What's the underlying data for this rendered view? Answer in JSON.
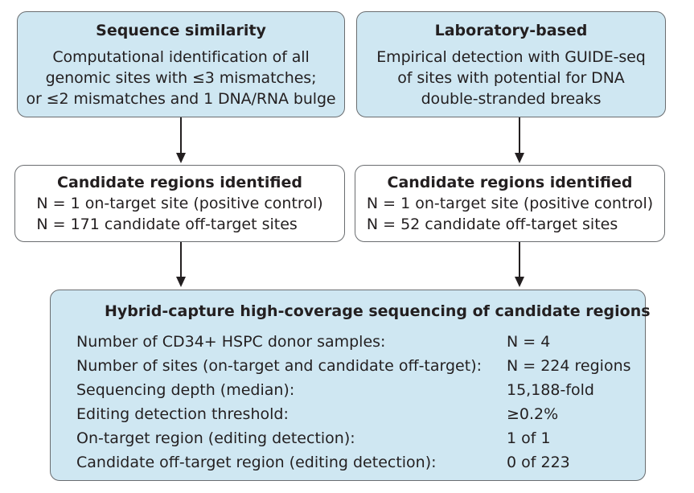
{
  "top_left": {
    "title": "Sequence similarity",
    "lines": [
      "Computational identification of all",
      "genomic sites with ≤3 mismatches;",
      "or ≤2 mismatches and 1 DNA/RNA bulge"
    ]
  },
  "top_right": {
    "title": "Laboratory-based",
    "lines": [
      "Empirical detection with GUIDE-seq",
      "of sites with potential for DNA",
      "double-stranded breaks"
    ]
  },
  "mid_left": {
    "title": "Candidate regions identified",
    "lines": [
      "N = 1 on-target site (positive control)",
      "N = 171 candidate off-target sites"
    ]
  },
  "mid_right": {
    "title": "Candidate regions identified",
    "lines": [
      "N = 1 on-target site (positive control)",
      "N = 52 candidate off-target sites"
    ]
  },
  "bottom": {
    "title": "Hybrid-capture high-coverage sequencing of candidate regions",
    "rows": [
      {
        "label": "Number of CD34+ HSPC donor samples:",
        "value": "N = 4"
      },
      {
        "label": "Number of sites (on-target and candidate off-target):",
        "value": "N = 224 regions"
      },
      {
        "label": "Sequencing depth (median):",
        "value": "15,188-fold"
      },
      {
        "label": "Editing detection threshold:",
        "value": "≥0.2%"
      },
      {
        "label": "On-target region (editing detection):",
        "value": "1 of 1"
      },
      {
        "label": "Candidate off-target region (editing detection):",
        "value": "0 of 223"
      }
    ]
  },
  "colors": {
    "box_fill": "#cfe7f2",
    "border": "#6a6d70",
    "arrow": "#231f20",
    "text": "#231f20"
  }
}
